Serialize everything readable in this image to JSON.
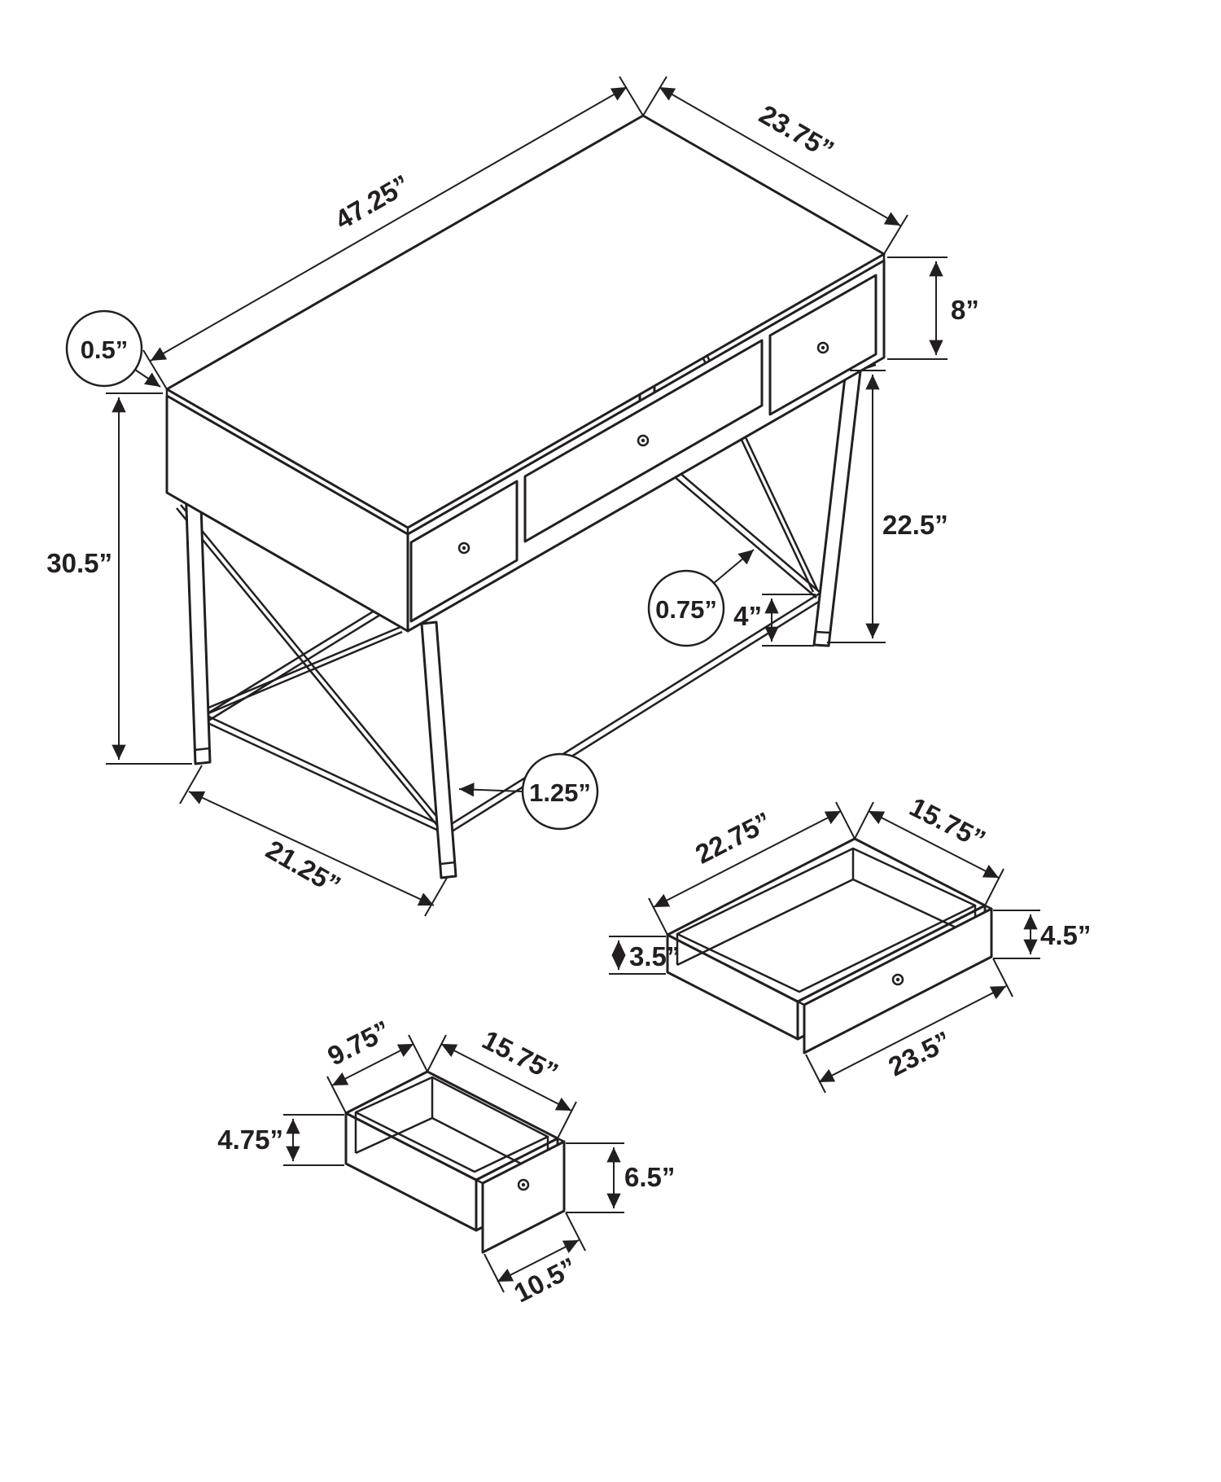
{
  "page": {
    "background": "#ffffff",
    "line_color": "#231f20"
  },
  "annotations": {
    "top_length": "47.25”",
    "top_depth": "23.75”",
    "top_thickness": "0.5”",
    "drawer_bank_height": "8”",
    "overall_height": "30.5”",
    "leg_height": "22.5”",
    "stretcher_diameter": "0.75”",
    "stretcher_height": "4”",
    "leg_diameter": "1.25”",
    "base_depth": "21.25”",
    "large_drawer": {
      "inner_width": "22.75”",
      "inner_depth": "15.75”",
      "side_height": "3.5”",
      "front_height": "4.5”",
      "front_width": "23.5”"
    },
    "small_drawer": {
      "inner_width": "9.75”",
      "inner_depth": "15.75”",
      "side_height": "4.75”",
      "front_height": "6.5”",
      "front_width": "10.5”"
    }
  }
}
